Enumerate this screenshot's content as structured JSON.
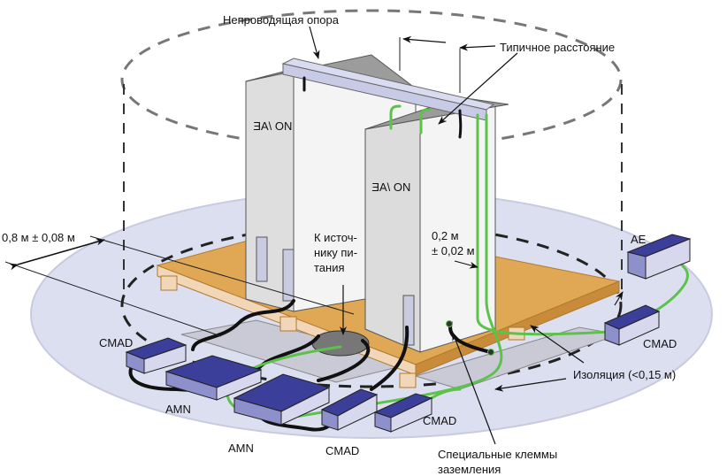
{
  "diagram": {
    "type": "emc-test-setup",
    "labels": {
      "nonconductive_support": "Непроводящая опора",
      "typical_distance": "Типичное расстояние",
      "distance_08": "0,8 м ± 0,08 м",
      "eut_ae_left": "ИО /AE",
      "eut_ae_right": "ИО /AE",
      "power_source_line1": "К источ-",
      "power_source_line2": "нику пи-",
      "power_source_line3": "тания",
      "distance_02_line1": "0,2 м",
      "distance_02_line2": "± 0,02 м",
      "ae": "AE",
      "insulation": "Изоляция (<0,15 м)",
      "cmad_left": "CMAD",
      "cmad_right": "CMAD",
      "cmad_bottom_a": "CMAD",
      "cmad_bottom_b": "CMAD",
      "amn_a": "AMN",
      "amn_b": "AMN",
      "ground_terminals_line1": "Специальные клеммы",
      "ground_terminals_line2": "заземления"
    },
    "colors": {
      "ground_plane": "#dcdff0",
      "table_top": "#e0a855",
      "cabinet_front": "#f0f0f0",
      "cabinet_side": "#cfcfcf",
      "device_top": "#3b3f9a",
      "device_side": "#8e90cc",
      "green_cable": "#5cc24a",
      "black_cable": "#111111",
      "dashed": "#555555"
    }
  }
}
